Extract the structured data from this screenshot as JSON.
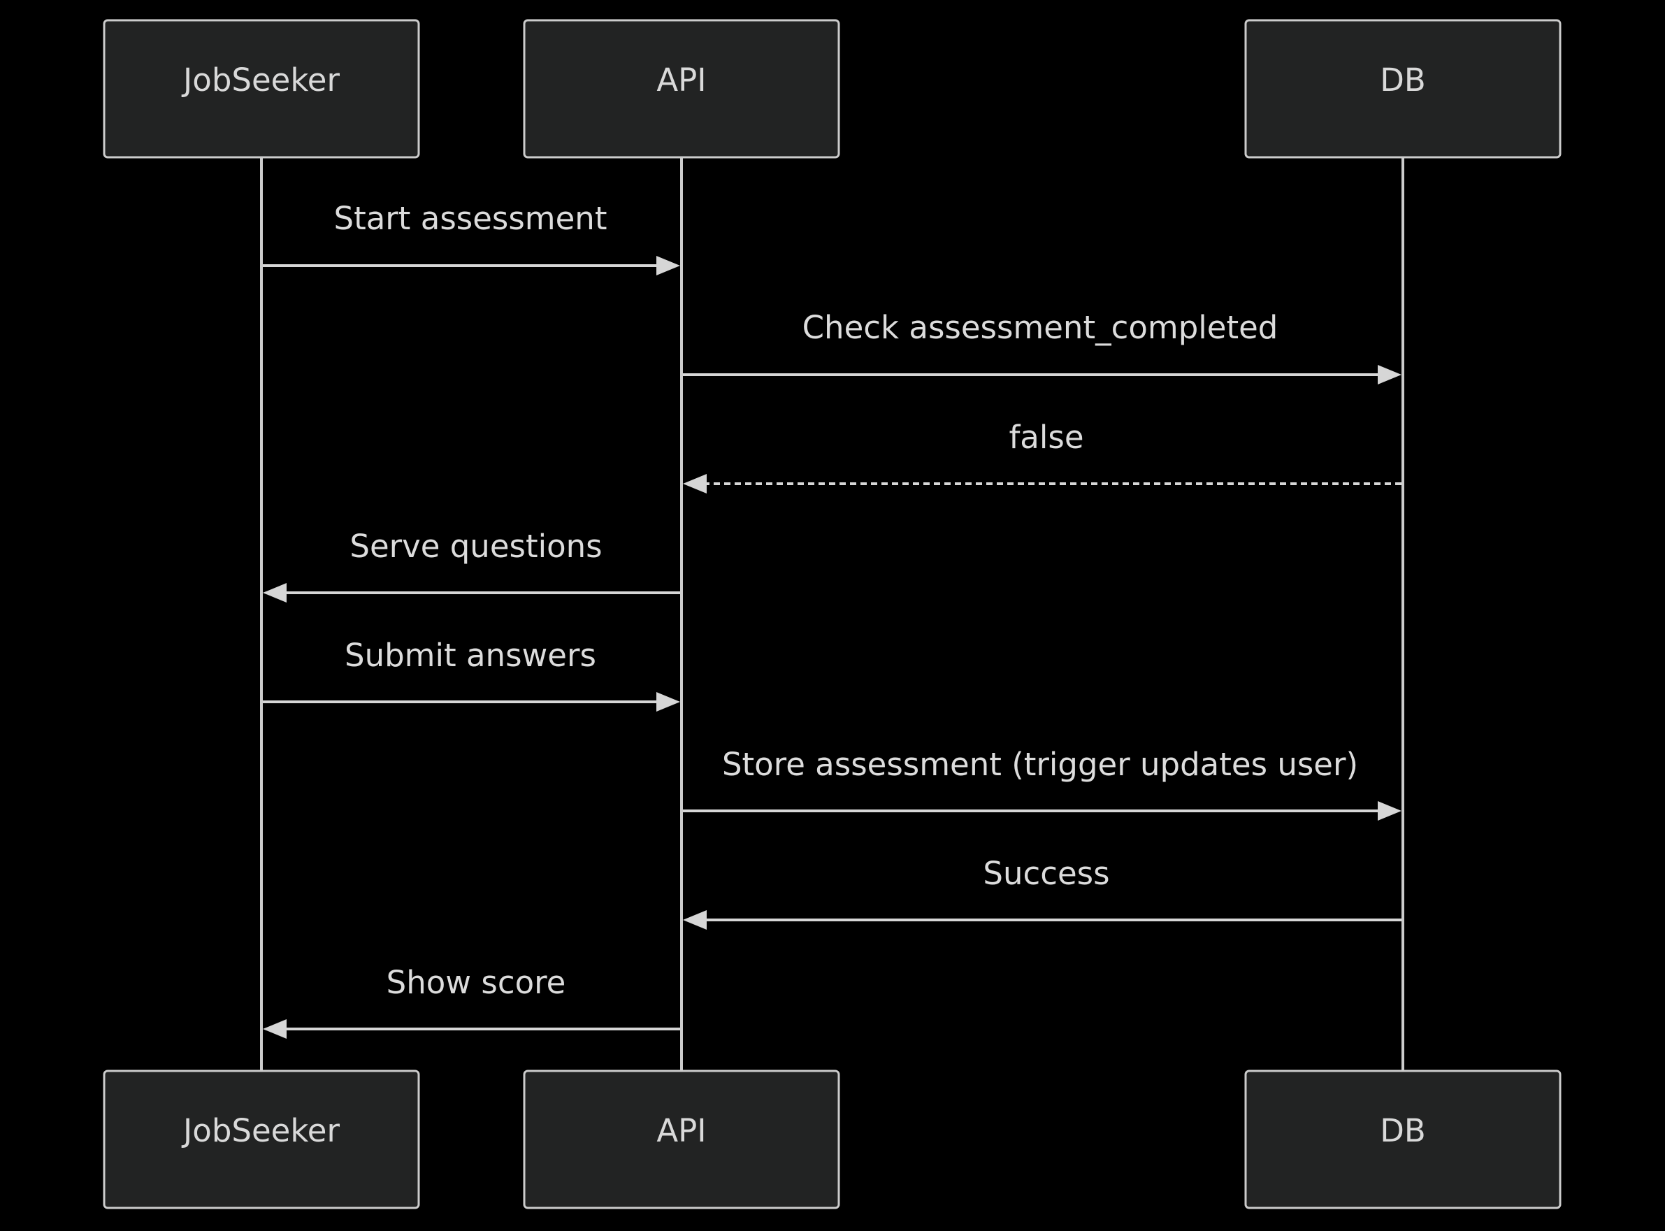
{
  "diagram": {
    "type": "sequence",
    "background": "#000000",
    "actors": [
      {
        "id": "jobseeker",
        "label": "JobSeeker"
      },
      {
        "id": "api",
        "label": "API"
      },
      {
        "id": "db",
        "label": "DB"
      }
    ],
    "messages": [
      {
        "from": "jobseeker",
        "to": "api",
        "label": "Start assessment",
        "style": "solid"
      },
      {
        "from": "api",
        "to": "db",
        "label": "Check assessment_completed",
        "style": "solid"
      },
      {
        "from": "db",
        "to": "api",
        "label": "false",
        "style": "dashed"
      },
      {
        "from": "api",
        "to": "jobseeker",
        "label": "Serve questions",
        "style": "solid"
      },
      {
        "from": "jobseeker",
        "to": "api",
        "label": "Submit answers",
        "style": "solid"
      },
      {
        "from": "api",
        "to": "db",
        "label": "Store assessment (trigger updates user)",
        "style": "solid"
      },
      {
        "from": "db",
        "to": "api",
        "label": "Success",
        "style": "solid"
      },
      {
        "from": "api",
        "to": "jobseeker",
        "label": "Show score",
        "style": "solid"
      }
    ]
  }
}
